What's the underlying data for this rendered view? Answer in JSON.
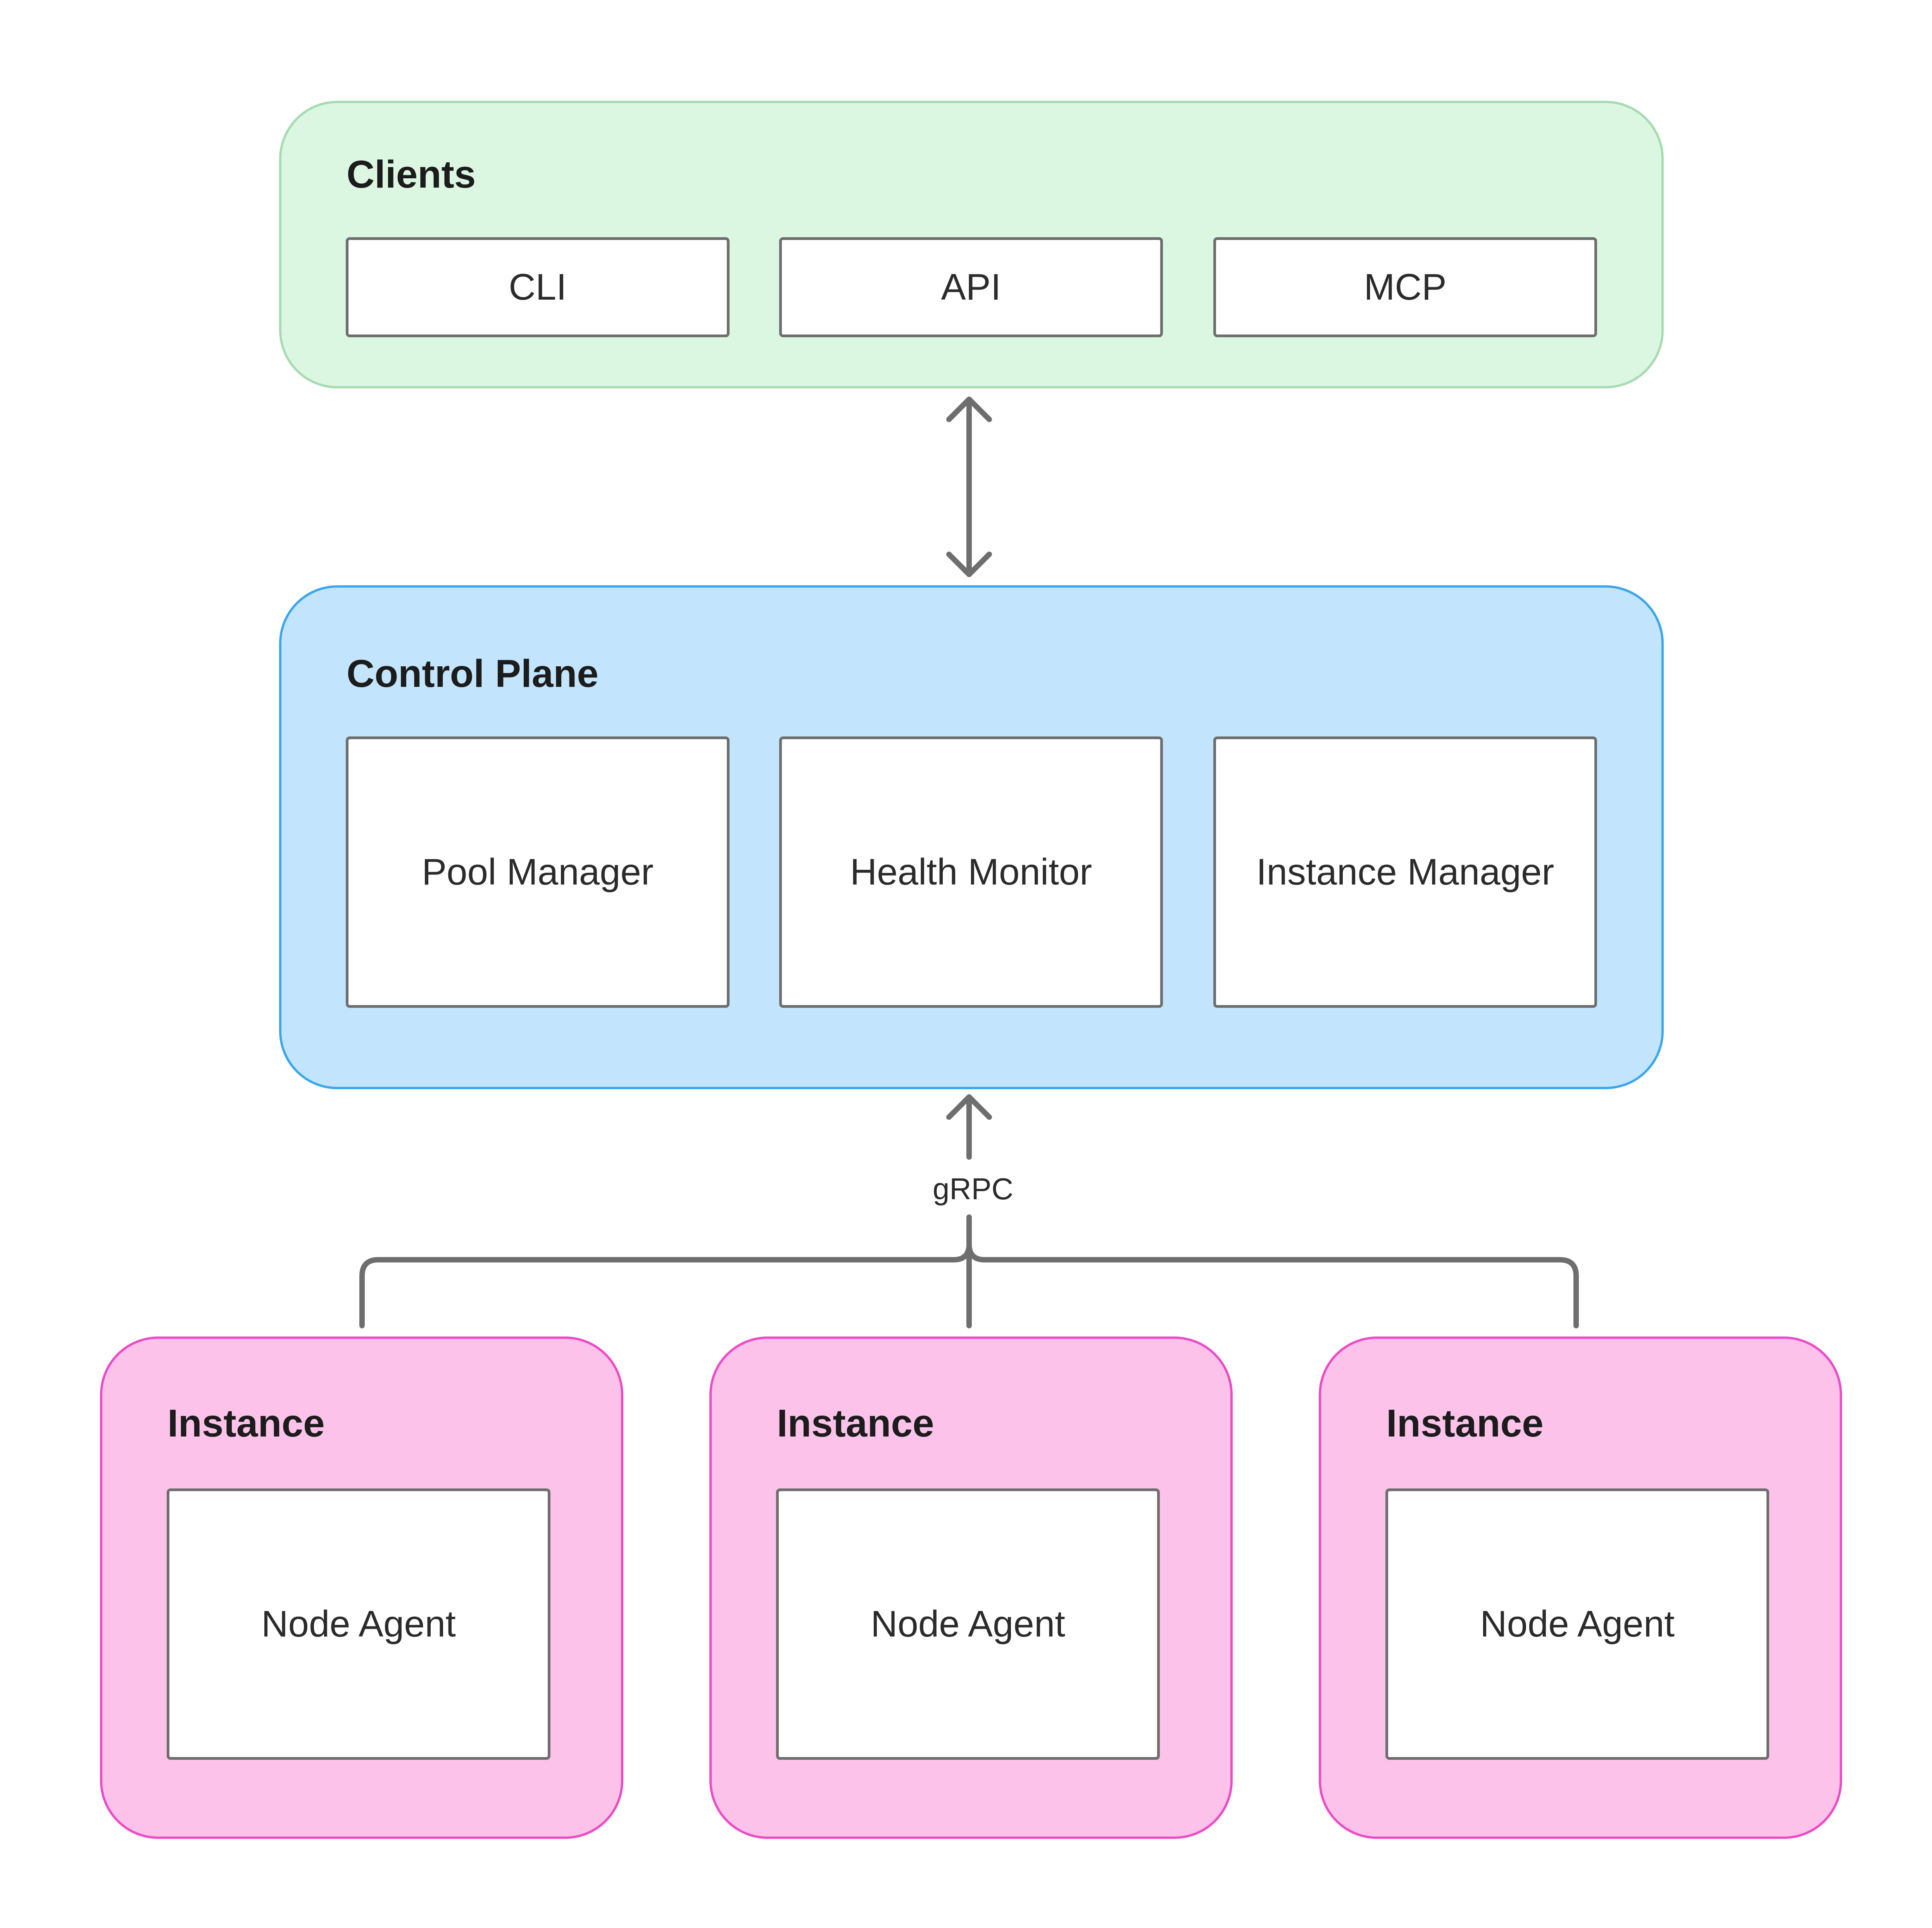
{
  "colors": {
    "clients_fill": "#dcf7e1",
    "clients_border": "#a7dbb1",
    "control_fill": "#c2e5fd",
    "control_border": "#3ba6ec",
    "instance_fill": "#fcc2ea",
    "instance_border": "#ec4bc6",
    "node_border": "#6e6e6e",
    "connector": "#6e6e6e"
  },
  "clients": {
    "title": "Clients",
    "items": [
      {
        "label": "CLI"
      },
      {
        "label": "API"
      },
      {
        "label": "MCP"
      }
    ]
  },
  "control_plane": {
    "title": "Control Plane",
    "items": [
      {
        "label": "Pool Manager"
      },
      {
        "label": "Health Monitor"
      },
      {
        "label": "Instance Manager"
      }
    ]
  },
  "connectors": {
    "clients_to_control": "bidirectional",
    "instances_to_control_label": "gRPC"
  },
  "instances": [
    {
      "title": "Instance",
      "agent": "Node Agent"
    },
    {
      "title": "Instance",
      "agent": "Node Agent"
    },
    {
      "title": "Instance",
      "agent": "Node Agent"
    }
  ]
}
